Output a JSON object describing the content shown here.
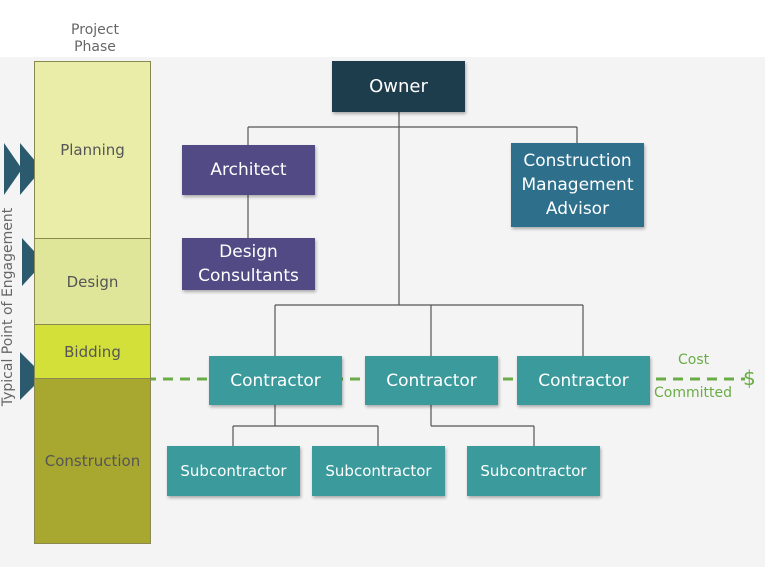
{
  "phases": {
    "header": "Project\nPhase",
    "vertical_label": "Typical Point of Engagement",
    "items": [
      {
        "label": "Planning",
        "color": "#eaeda8"
      },
      {
        "label": "Design",
        "color": "#dfe69a"
      },
      {
        "label": "Bidding",
        "color": "#d4e03a"
      },
      {
        "label": "Construction",
        "color": "#a8a830"
      }
    ]
  },
  "org": {
    "owner": "Owner",
    "architect": "Architect",
    "design_consultants": "Design\nConsultants",
    "construction_management_advisor": "Construction\nManagement\nAdvisor",
    "contractors": [
      "Contractor",
      "Contractor",
      "Contractor"
    ],
    "subcontractors": [
      "Subcontractor",
      "Subcontractor",
      "Subcontractor"
    ]
  },
  "cost_committed": {
    "line1": "Cost",
    "line2": "Committed",
    "symbol": "$",
    "color": "#6aac45"
  },
  "colors": {
    "owner": "#1d3d4d",
    "purple": "#524a84",
    "teal_dark": "#2e6f8c",
    "teal": "#3a9a9c",
    "arrow": "#2b5a6e"
  }
}
